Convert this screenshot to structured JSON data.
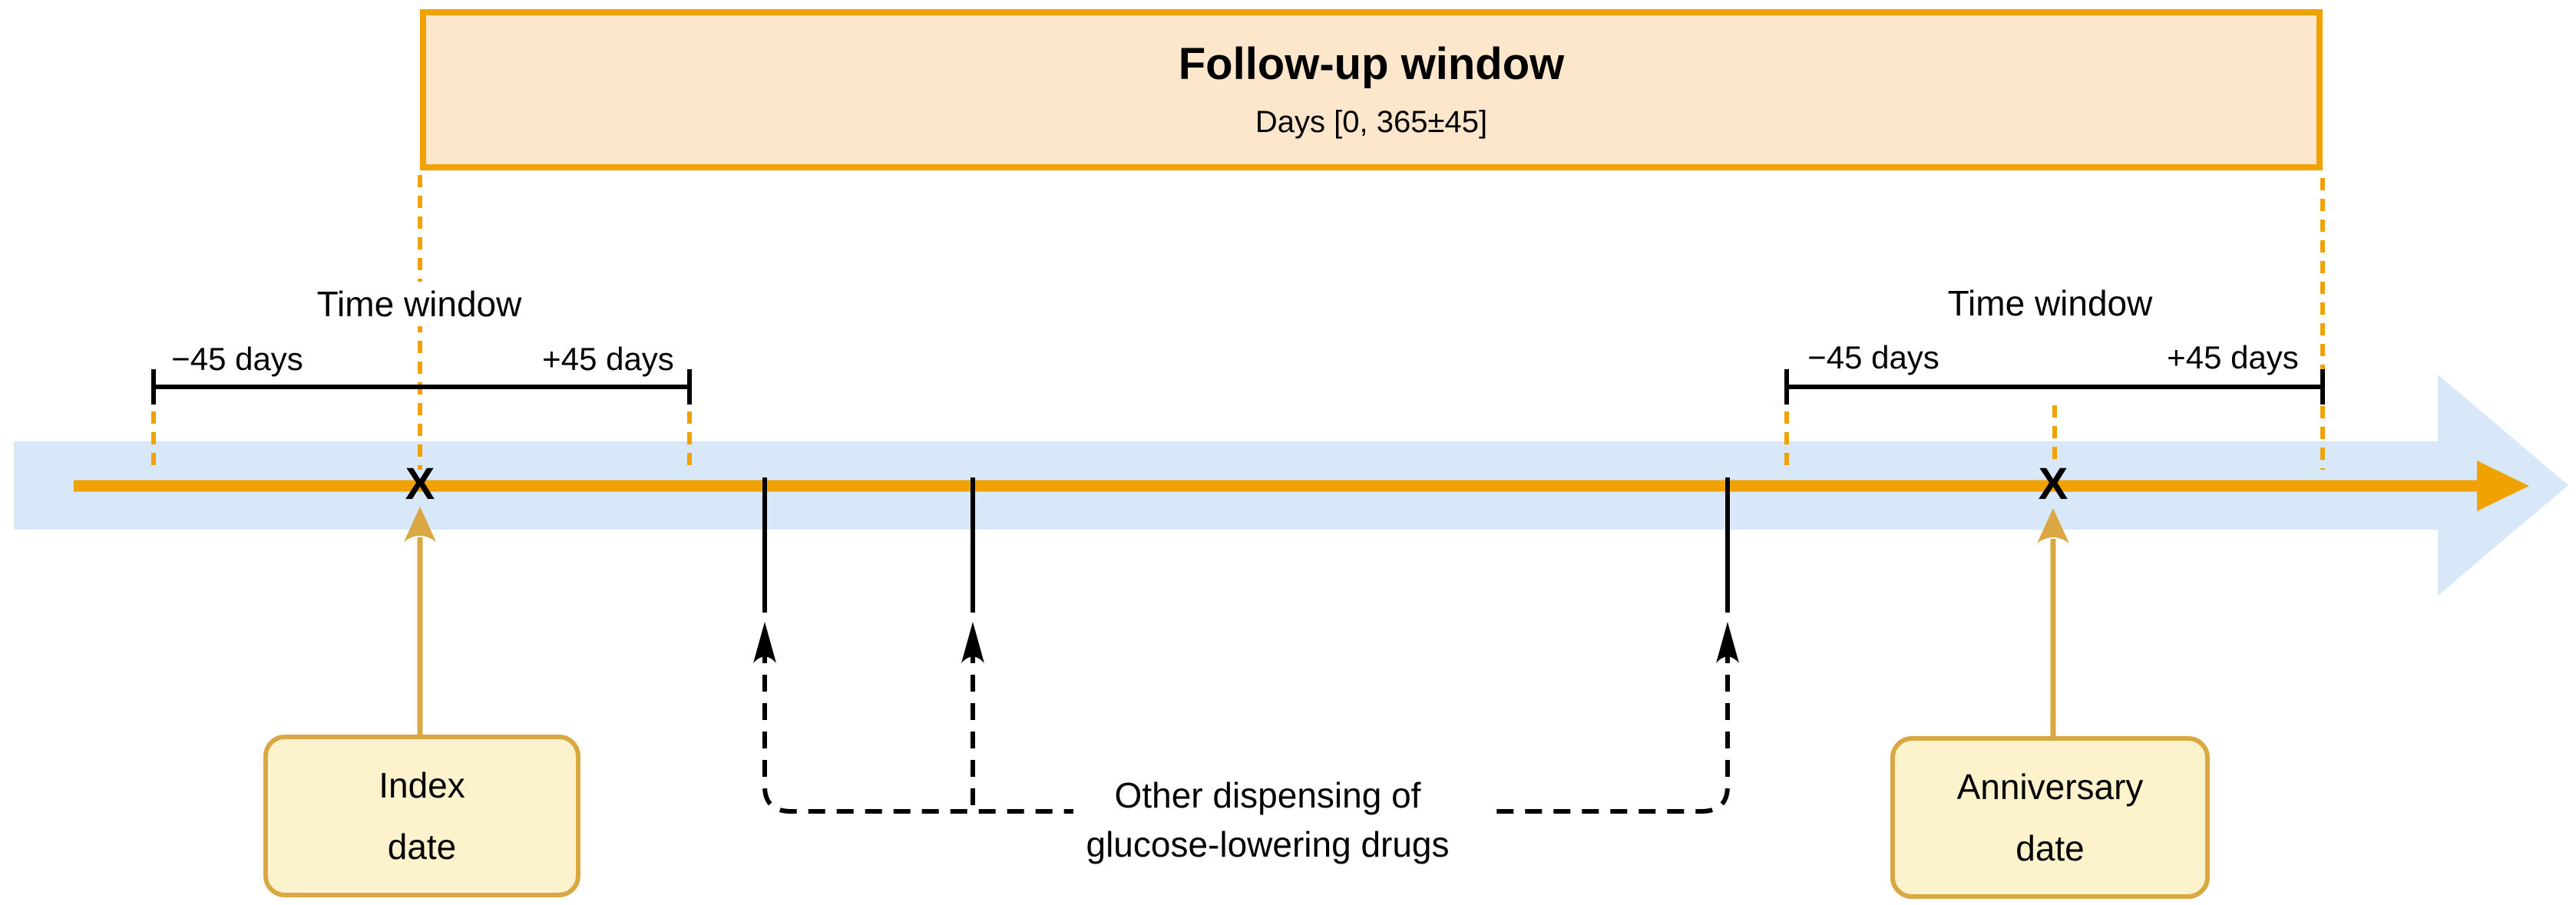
{
  "figure": {
    "followup": {
      "title": "Follow-up window",
      "subtitle": "Days [0, 365±45]"
    },
    "windows": {
      "left": {
        "title": "Time window",
        "minus_label": "−45 days",
        "plus_label": "+45 days"
      },
      "right": {
        "title": "Time window",
        "minus_label": "−45 days",
        "plus_label": "+45 days"
      }
    },
    "timeline": {
      "index_marker": "X",
      "anniversary_marker": "X"
    },
    "boxes": {
      "index": {
        "line1": "Index",
        "line2": "date"
      },
      "anniversary": {
        "line1": "Anniversary",
        "line2": "date"
      }
    },
    "annotations": {
      "dispensing": {
        "line1": "Other dispensing of",
        "line2": "glucose-lowering drugs"
      }
    },
    "colors": {
      "orange": "#F0A202",
      "peach_fill": "#FCE6CC",
      "blue_band": "#D9E8F8",
      "gold": "#D9A843",
      "cream_fill": "#FCF2CC",
      "black": "#000000"
    }
  }
}
